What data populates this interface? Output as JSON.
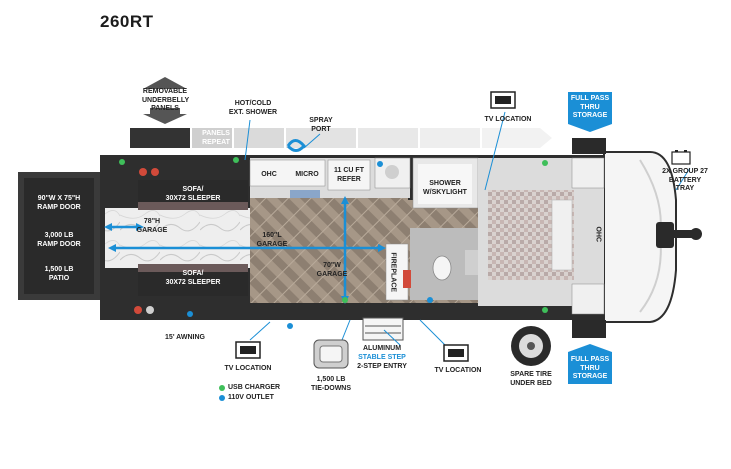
{
  "model": "260RT",
  "labels": {
    "removable_underbelly": "REMOVABLE\nUNDERBELLY\nPANELS",
    "hot_cold_shower": "HOT/COLD\nEXT. SHOWER",
    "spray_port": "SPRAY\nPORT",
    "panels_repeat": "PANELS\nREPEAT",
    "tv_location_top": "TV LOCATION",
    "full_pass_top": "FULL PASS\nTHRU\nSTORAGE",
    "full_pass_bottom": "FULL PASS\nTHRU\nSTORAGE",
    "battery_tray": "2X GROUP 27\nBATTERY\nTRAY",
    "ramp_door_size": "90\"W x 75\"H\nRAMP DOOR",
    "ramp_door_weight": "3,000 LB\nRAMP DOOR",
    "patio": "1,500 LB\nPATIO",
    "ohc_left": "OHC",
    "micro": "MICRO",
    "refer": "11 CU FT\nREFER",
    "shower": "SHOWER\nw/SKYLIGHT",
    "ohc_right": "OHC",
    "sofa_top": "SOFA/\n30x72 SLEEPER",
    "sofa_bottom": "SOFA/\n30x72 SLEEPER",
    "garage_height": "78\"H\nGARAGE",
    "garage_length": "160\"L\nGARAGE",
    "garage_width": "70\"W\nGARAGE",
    "fireplace": "FIREPLACE",
    "awning": "15' AWNING",
    "tv_location_bottom_left": "TV LOCATION",
    "tie_downs": "1,500 LB\nTIE-DOWNS",
    "aluminum_entry_1": "ALUMINUM",
    "aluminum_entry_2": "STABLE STEP",
    "aluminum_entry_3": "2-STEP ENTRY",
    "tv_location_bottom_right": "TV LOCATION",
    "spare_tire": "SPARE TIRE\nUNDER BED"
  },
  "legend": [
    {
      "label": "USB CHARGER",
      "color": "#3fbf5a"
    },
    {
      "label": "110V OUTLET",
      "color": "#1b8fd6"
    }
  ],
  "colors": {
    "accent_blue": "#1b8fd6",
    "wall": "#2e2e2e",
    "floor": "#9c8e80",
    "garage_floor": "#e8e8e8"
  }
}
